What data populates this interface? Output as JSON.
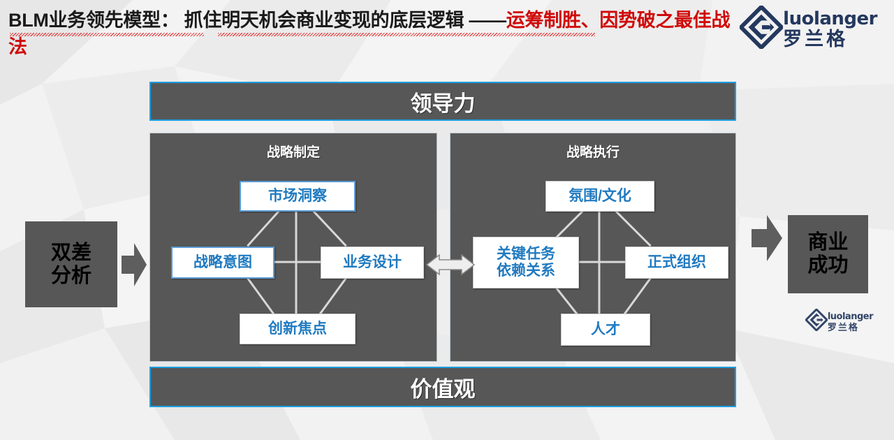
{
  "header": {
    "title_black": "BLM业务领先模型： 抓住明天机会商业变现的底层逻辑 ——",
    "title_red": "运筹制胜、因势破之最佳战法",
    "title_full": "BLM业务领先模型： 抓住明天机会商业变现的底层逻辑 ——运筹制胜、因势破之最佳战法"
  },
  "brand": {
    "latin": "luolanger",
    "hanzi": "罗兰格",
    "color": "#24385e"
  },
  "colors": {
    "accent_blue": "#1b9ee0",
    "node_text_blue": "#1f7ac0",
    "node_border_blue": "#5b9bd5",
    "panel_gray": "#575757",
    "background": "#eeeeee",
    "title_red": "#d00a0a",
    "arrow_gray": "#5e5e5e"
  },
  "diagram": {
    "top_band": "领导力",
    "bottom_band": "价值观",
    "input_box": "双差\n分析",
    "input_box_lines": [
      "双差",
      "分析"
    ],
    "output_box": "商业\n成功",
    "output_box_lines": [
      "商业",
      "成功"
    ],
    "left_panel": {
      "title": "战略制定",
      "nodes": [
        {
          "id": "market-insight",
          "label": "市场洞察"
        },
        {
          "id": "strategic-intent",
          "label": "战略意图"
        },
        {
          "id": "business-design",
          "label": "业务设计"
        },
        {
          "id": "innovation-focus",
          "label": "创新焦点"
        }
      ]
    },
    "right_panel": {
      "title": "战略执行",
      "nodes": [
        {
          "id": "atmosphere-culture",
          "label": "氛围/文化"
        },
        {
          "id": "key-task-dependency-line1",
          "label": "关键任务"
        },
        {
          "id": "key-task-dependency-line2",
          "label": "依赖关系"
        },
        {
          "id": "formal-organization",
          "label": "正式组织"
        },
        {
          "id": "talent",
          "label": "人才"
        }
      ]
    }
  }
}
